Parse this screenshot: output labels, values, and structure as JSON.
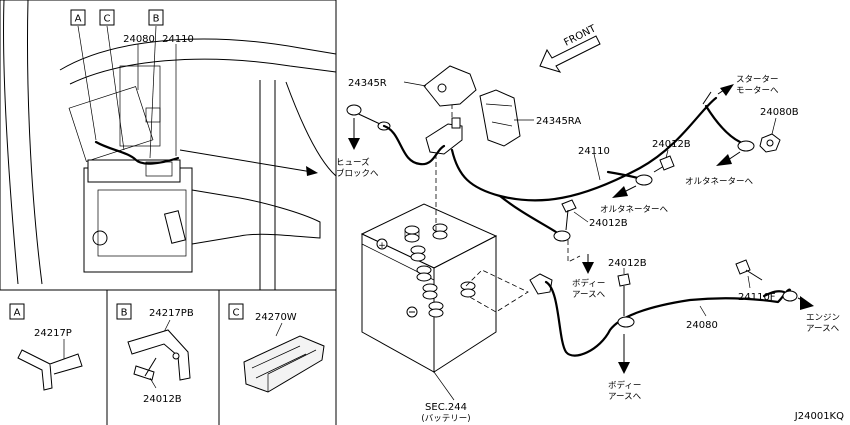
{
  "diagram": {
    "diagram_code": "J24001KQ",
    "front_label": "FRONT",
    "key_boxes": {
      "a": "A",
      "b": "B",
      "c": "C"
    },
    "overview_parts": {
      "p24080": "24080",
      "p24110": "24110"
    },
    "parts": {
      "p24345r": "24345R",
      "p24345ra": "24345RA",
      "p24110": "24110",
      "p24012b_1": "24012B",
      "p24080b": "24080B",
      "p24012b_2": "24012B",
      "p24012b_3": "24012B",
      "p24110f": "24110F",
      "p24080": "24080",
      "sec_line1": "SEC.244",
      "sec_line2": "(バッテリー)"
    },
    "notes": {
      "fuse_line1": "ヒューズ",
      "fuse_line2": "ブロックへ",
      "starter_line1": "スターター",
      "starter_line2": "モーターへ",
      "alt_right": "オルタネーターへ",
      "alt_mid": "オルタネーターへ",
      "body1_line1": "ボディー",
      "body1_line2": "アースへ",
      "body2_line1": "ボディー",
      "body2_line2": "アースへ",
      "engine_line1": "エンジン",
      "engine_line2": "アースへ"
    },
    "details": {
      "a_part": "24217P",
      "b_part": "24217PB",
      "b_bolt": "24012B",
      "c_part": "24270W"
    }
  }
}
